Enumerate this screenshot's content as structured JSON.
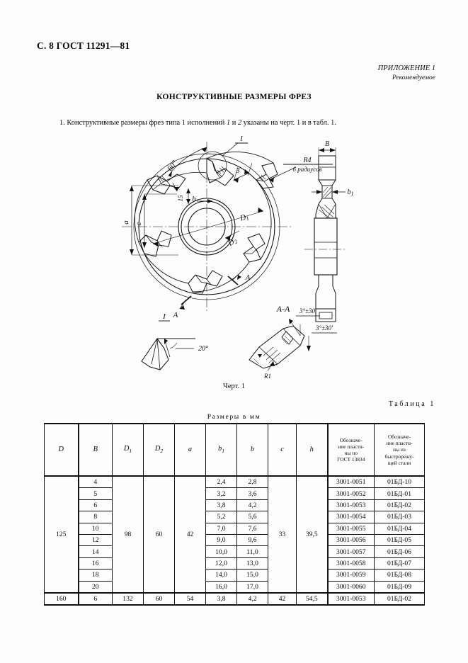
{
  "header": {
    "page_mark": "С. 8 ГОСТ 11291—81"
  },
  "appendix": {
    "title": "ПРИЛОЖЕНИЕ 1",
    "subtitle": "Рекомендуемое"
  },
  "doc_title": "КОНСТРУКТИВНЫЕ РАЗМЕРЫ ФРЕЗ",
  "paragraph": {
    "num": "1.",
    "text_before": "Конструктивные размеры фрез типа 1 исполнений",
    "italic_1": "1",
    "conj": "и",
    "italic_2": "2",
    "text_after": "указаны на черт. 1 и в табл. 1."
  },
  "figure": {
    "caption": "Черт. 1",
    "labels": {
      "angle_60": "60°",
      "detail_mark": "I",
      "radius_note_top": "R4",
      "radius_note_bottom": "6 радиусов",
      "dim_a": "a",
      "dim_c": "c",
      "dim_15": "15",
      "dim_h": "h",
      "dim_3": "3",
      "dim_D1": "D",
      "dim_D1_sub": "1",
      "dim_D2": "D",
      "dim_D2_sub": "2",
      "section_mark_a1": "A",
      "section_mark_a2": "A",
      "side_B": "B",
      "side_b1": "b",
      "side_b1_sub": "1",
      "detail_title": "I",
      "detail_angle": "20°",
      "section_title": "A-A",
      "section_angle_1": "3°±30'",
      "section_angle_2": "3°±30'",
      "section_r1": "R1"
    }
  },
  "table": {
    "label": "Таблица 1",
    "units_caption": "Размеры в мм",
    "headers": [
      {
        "text": "D",
        "sub": "",
        "italic": true
      },
      {
        "text": "B",
        "sub": "",
        "italic": true
      },
      {
        "text": "D",
        "sub": "1",
        "italic": true
      },
      {
        "text": "D",
        "sub": "2",
        "italic": true
      },
      {
        "text": "a",
        "sub": "",
        "italic": true
      },
      {
        "text": "b",
        "sub": "1",
        "italic": true
      },
      {
        "text": "b",
        "sub": "",
        "italic": true
      },
      {
        "text": "c",
        "sub": "",
        "italic": true
      },
      {
        "text": "h",
        "sub": "",
        "italic": true
      },
      {
        "text": "Обозначе-\nние пласти-\nны по\nГОСТ 13834",
        "sub": "",
        "italic": false
      },
      {
        "text": "Обозначе-\nние пласти-\nны из\nбыстрорежу-\nщей стали",
        "sub": "",
        "italic": false
      }
    ],
    "group_125": {
      "D": "125",
      "D1": "98",
      "D2": "60",
      "a": "42",
      "c": "33",
      "h": "39,5"
    },
    "rows_125": [
      {
        "B": "4",
        "b1": "2,4",
        "b": "2,8",
        "plate_gost": "3001-0051",
        "plate_hss": "01БД-10"
      },
      {
        "B": "5",
        "b1": "3,2",
        "b": "3,6",
        "plate_gost": "3001-0052",
        "plate_hss": "01БД-01"
      },
      {
        "B": "6",
        "b1": "3,8",
        "b": "4,2",
        "plate_gost": "3001-0053",
        "plate_hss": "01БД-02"
      },
      {
        "B": "8",
        "b1": "5,2",
        "b": "5,6",
        "plate_gost": "3001-0054",
        "plate_hss": "01БД-03"
      },
      {
        "B": "10",
        "b1": "7,0",
        "b": "7,6",
        "plate_gost": "3001-0055",
        "plate_hss": "01БД-04"
      },
      {
        "B": "12",
        "b1": "9,0",
        "b": "9,6",
        "plate_gost": "3001-0056",
        "plate_hss": "01БД-05"
      },
      {
        "B": "14",
        "b1": "10,0",
        "b": "11,0",
        "plate_gost": "3001-0057",
        "plate_hss": "01БД-06"
      },
      {
        "B": "16",
        "b1": "12,0",
        "b": "13,0",
        "plate_gost": "3001-0058",
        "plate_hss": "01БД-07"
      },
      {
        "B": "18",
        "b1": "14,0",
        "b": "15,0",
        "plate_gost": "3001-0059",
        "plate_hss": "01БД-08"
      },
      {
        "B": "20",
        "b1": "16,0",
        "b": "17,0",
        "plate_gost": "3001-0060",
        "plate_hss": "01БД-09"
      }
    ],
    "row_160": {
      "D": "160",
      "B": "6",
      "D1": "132",
      "D2": "60",
      "a": "54",
      "b1": "3,8",
      "b": "4,2",
      "c": "42",
      "h": "54,5",
      "plate_gost": "3001-0053",
      "plate_hss": "01БД-02"
    }
  }
}
